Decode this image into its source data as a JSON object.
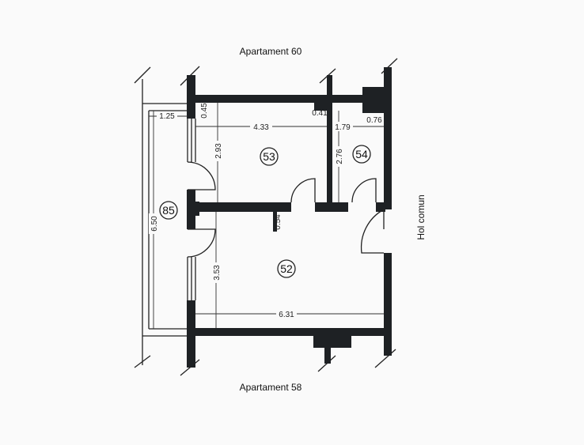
{
  "plan": {
    "top_label": "Apartament 60",
    "bottom_label": "Apartament 58",
    "side_label": "Hol comun",
    "rooms": [
      {
        "number": "53"
      },
      {
        "number": "54"
      },
      {
        "number": "85"
      },
      {
        "number": "52"
      }
    ],
    "dimensions": {
      "balcony_width": "1.25",
      "wall_045": "0.45",
      "room53_width": "4.33",
      "wall_041": "0.41",
      "room54_width": "1.79",
      "wall_076": "0.76",
      "room53_depth": "2.93",
      "room54_depth": "2.76",
      "balcony_length": "6.50",
      "wall_054": "0.54",
      "room52_depth": "3.53",
      "room52_width": "6.31"
    },
    "colors": {
      "wall": "#1e2124",
      "background": "#fafafa"
    }
  }
}
